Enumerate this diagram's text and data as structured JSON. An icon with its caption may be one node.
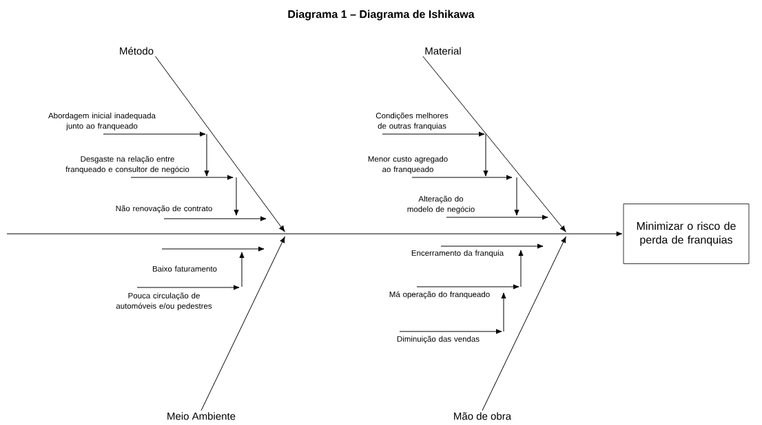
{
  "diagram": {
    "title": "Diagrama 1 – Diagrama de Ishikawa",
    "nodes": [
      {
        "text": [
          "Método"
        ]
      },
      {
        "text": [
          "Material"
        ]
      },
      {
        "text": [
          "Meio Ambiente"
        ]
      },
      {
        "text": [
          "Mão de obra"
        ]
      },
      {
        "text": [
          "Minimizar o risco de perda de franquias"
        ]
      },
      {
        "text": [
          "Abordagem inicial inadequada junto ao franqueado"
        ]
      },
      {
        "text": [
          "Desgaste na relação entre franqueado e consultor de negócio"
        ]
      },
      {
        "text": [
          "Não renovação de contrato"
        ]
      },
      {
        "text": [
          "Condições melhores de outras franquias"
        ]
      },
      {
        "text": [
          "Menor custo agregado ao franqueado"
        ]
      },
      {
        "text": [
          "Alteração do modelo de negócio"
        ]
      },
      {
        "text": [
          "Baixo faturamento"
        ]
      },
      {
        "text": [
          "Pouca circulação de automóveis e/ou pedestres"
        ]
      },
      {
        "text": [
          "Encerramento da franquia"
        ]
      },
      {
        "text": [
          "Má operação do franqueado"
        ]
      },
      {
        "text": [
          "Diminuição das vendas"
        ]
      }
    ],
    "edges": [
      {
        "from": null,
        "to": 4,
        "arrow": "to"
      },
      {
        "from": 0,
        "to": null,
        "arrow": "to"
      },
      {
        "from": 1,
        "to": null,
        "arrow": "to"
      },
      {
        "from": 2,
        "to": null,
        "arrow": "to"
      },
      {
        "from": 3,
        "to": null,
        "arrow": "to"
      },
      {
        "from": 5,
        "to": null,
        "arrow": "to"
      },
      {
        "from": 6,
        "to": null,
        "arrow": "to"
      },
      {
        "from": 7,
        "to": null,
        "arrow": "to"
      },
      {
        "from": 8,
        "to": null,
        "arrow": "to"
      },
      {
        "from": 9,
        "to": null,
        "arrow": "to"
      },
      {
        "from": 10,
        "to": null,
        "arrow": "to"
      },
      {
        "from": 11,
        "to": null,
        "arrow": "to"
      },
      {
        "from": 12,
        "to": null,
        "arrow": "to"
      },
      {
        "from": 13,
        "to": null,
        "arrow": "to"
      },
      {
        "from": 14,
        "to": null,
        "arrow": "to"
      },
      {
        "from": 15,
        "to": null,
        "arrow": "to"
      }
    ]
  }
}
